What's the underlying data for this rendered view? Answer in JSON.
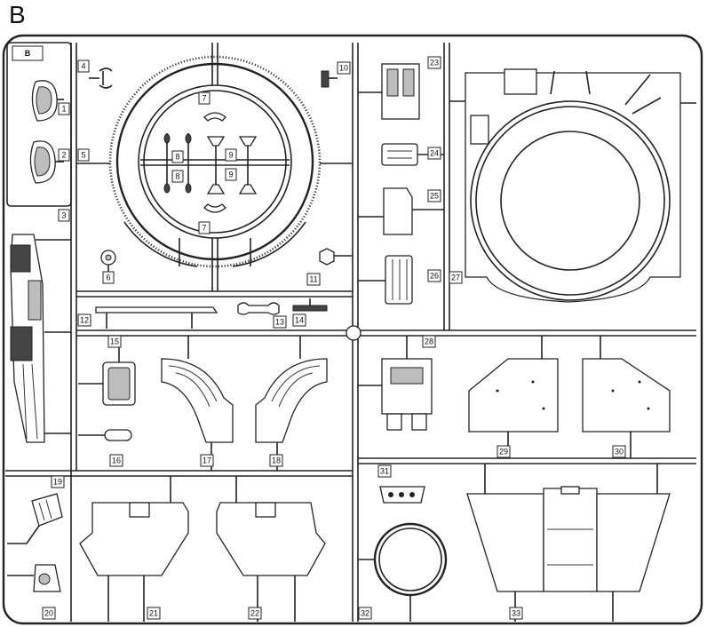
{
  "sheet_letter": "B",
  "frame_label": "B",
  "part_numbers": [
    "1",
    "2",
    "3",
    "4",
    "5",
    "6",
    "7",
    "7",
    "8",
    "8",
    "9",
    "9",
    "10",
    "11",
    "12",
    "13",
    "14",
    "15",
    "16",
    "17",
    "18",
    "19",
    "20",
    "21",
    "22",
    "23",
    "24",
    "25",
    "26",
    "27",
    "28",
    "29",
    "30",
    "31",
    "32",
    "33"
  ]
}
